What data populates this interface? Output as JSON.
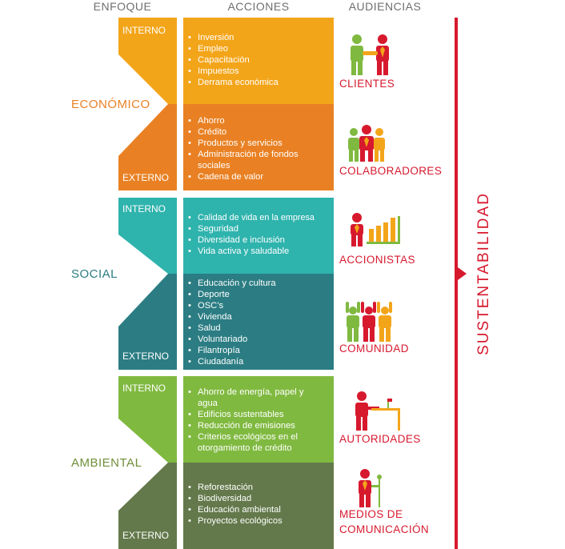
{
  "headers": {
    "enfoque": "ENFOQUE",
    "acciones": "ACCIONES",
    "audiencias": "AUDIENCIAS"
  },
  "labels": {
    "interno": "INTERNO",
    "externo": "EXTERNO"
  },
  "categories": {
    "economico": "ECONÓMICO",
    "social": "SOCIAL",
    "ambiental": "AMBIENTAL"
  },
  "actions": {
    "economico_interno": [
      "Inversión",
      "Empleo",
      "Capacitación",
      "Impuestos",
      "Derrama económica"
    ],
    "economico_externo": [
      "Ahorro",
      "Crédito",
      "Productos y servicios",
      "Administración de fondos sociales",
      "Cadena de valor"
    ],
    "social_interno": [
      "Calidad de vida en la empresa",
      "Seguridad",
      "Diversidad e inclusión",
      "Vida activa y saludable"
    ],
    "social_externo": [
      "Educación y cultura",
      "Deporte",
      "OSC’s",
      "Vivienda",
      "Salud",
      "Voluntariado",
      "Filantropía",
      "Ciudadanía"
    ],
    "ambiental_interno": [
      "Ahorro de energía, papel y agua",
      "Edificios sustentables",
      "Reducción de emisiones",
      "Criterios ecológicos en el otorgamiento de crédito"
    ],
    "ambiental_externo": [
      "Reforestación",
      "Biodiversidad",
      "Educación ambiental",
      "Proyectos ecológicos"
    ]
  },
  "audiences": {
    "clientes": "CLIENTES",
    "colaboradores": "COLABORADORES",
    "accionistas": "ACCIONISTAS",
    "comunidad": "COMUNIDAD",
    "autoridades": "AUTORIDADES",
    "medios_line1": "MEDIOS DE",
    "medios_line2": "COMUNICACIÓN"
  },
  "vertical_label": "SUSTENTABILIDAD",
  "colors": {
    "economico_interno": "#f3a51a",
    "economico_externo": "#e98124",
    "social_interno": "#2fb3ad",
    "social_externo": "#2b7d83",
    "ambiental_interno": "#80b940",
    "ambiental_externo": "#63794b",
    "economico_text": "#e98124",
    "social_text": "#2b7d83",
    "ambiental_text": "#6f8f3a",
    "accent_red": "#d7192e",
    "header_gray": "#6f6f6f",
    "icon_green": "#80b940",
    "icon_orange": "#f3a51a"
  }
}
